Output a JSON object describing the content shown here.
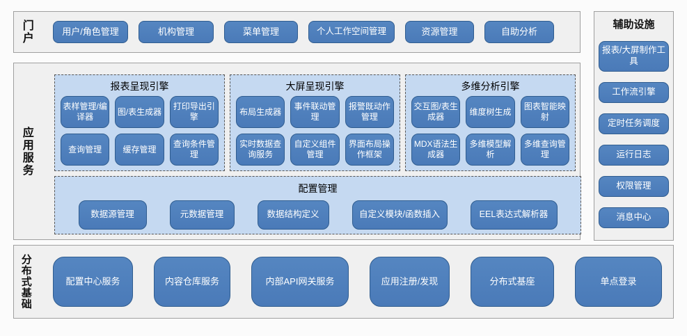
{
  "colors": {
    "page_bg": "#fbfbfb",
    "panel_bg": "#f0f0f0",
    "panel_border": "#9f9f9f",
    "button_fill": "#4f81bd",
    "button_border": "#2f5c8f",
    "button_text": "#ffffff",
    "group_bg": "#c5d9f1",
    "group_border": "#555555",
    "label_text": "#111111"
  },
  "portal": {
    "label": "门户",
    "buttons": [
      "用户/角色管理",
      "机构管理",
      "菜单管理",
      "个人工作空间管理",
      "资源管理",
      "自助分析"
    ]
  },
  "app_services": {
    "label": "应用服务",
    "engines": [
      {
        "title": "报表呈现引擎",
        "buttons": [
          "表样管理/编译器",
          "图/表生成器",
          "打印导出引擎",
          "查询管理",
          "缓存管理",
          "查询条件管理"
        ]
      },
      {
        "title": "大屏呈现引擎",
        "buttons": [
          "布局生成器",
          "事件联动管理",
          "报警既动作管理",
          "实时数据查询服务",
          "自定义组件管理",
          "界面布局操作框架"
        ]
      },
      {
        "title": "多维分析引擎",
        "buttons": [
          "交互图/表生成器",
          "维度树生成",
          "图表智能映射",
          "MDX语法生成器",
          "多维模型解析",
          "多维查询管理"
        ]
      }
    ],
    "config": {
      "title": "配置管理",
      "buttons": [
        "数据源管理",
        "元数据管理",
        "数据结构定义",
        "自定义模块/函数插入",
        "EEL表达式解析器"
      ]
    }
  },
  "distributed": {
    "label": "分布式基础",
    "buttons": [
      "配置中心服务",
      "内容仓库服务",
      "内部API网关服务",
      "应用注册/发现",
      "分布式基座",
      "单点登录"
    ]
  },
  "auxiliary": {
    "title": "辅助设施",
    "buttons": [
      "报表/大屏制作工具",
      "工作流引擎",
      "定时任务调度",
      "运行日志",
      "权限管理",
      "消息中心"
    ]
  }
}
